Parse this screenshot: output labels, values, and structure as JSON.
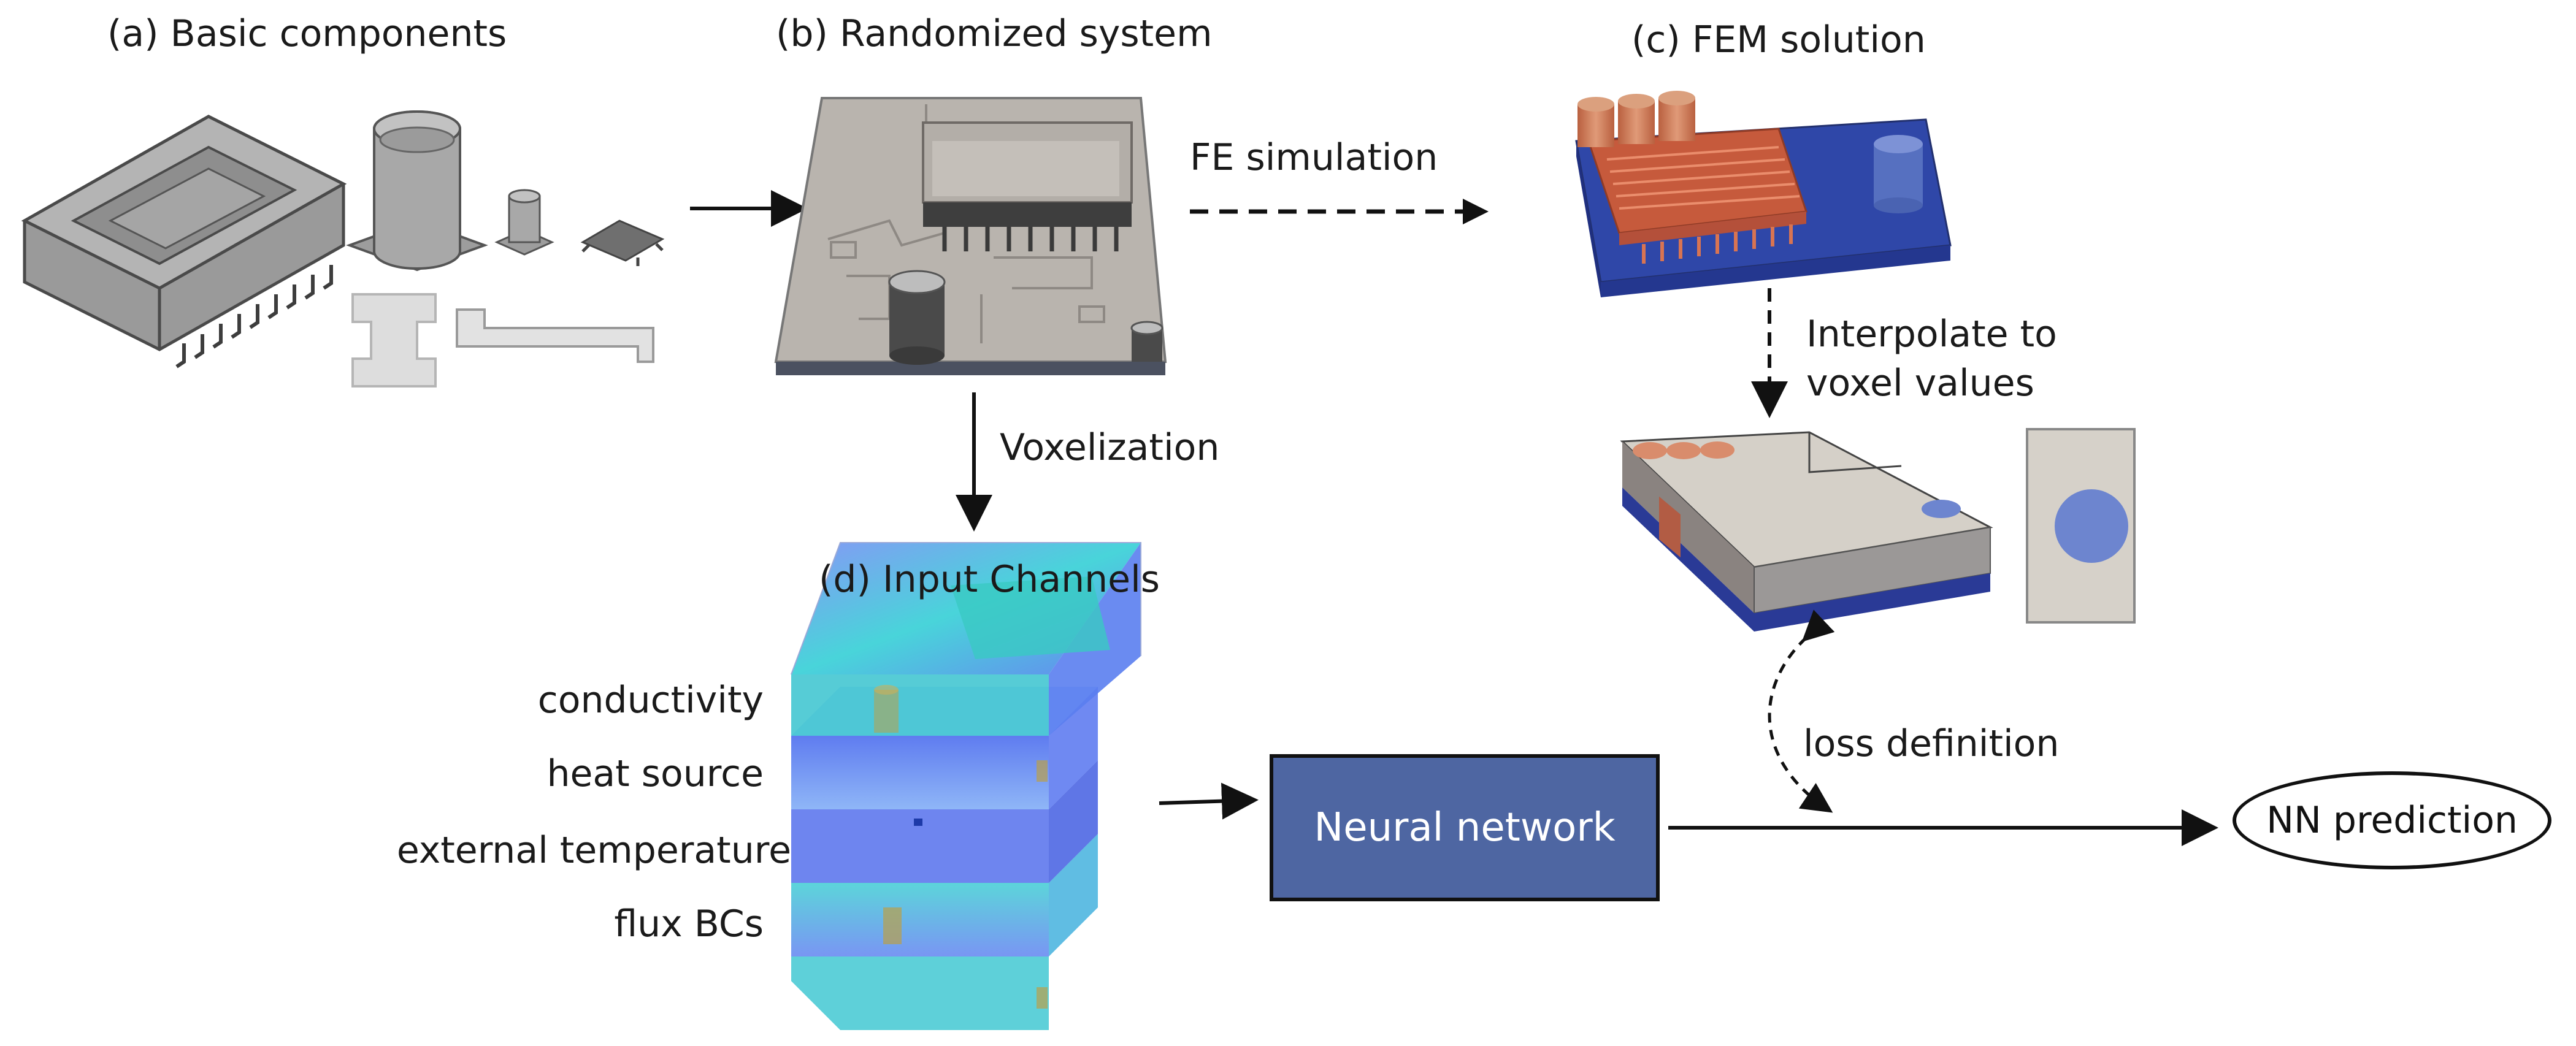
{
  "panels": {
    "a_title": "(a) Basic components",
    "b_title": "(b) Randomized system",
    "c_title": "(c) FEM solution",
    "d_title": "(d) Input Channels"
  },
  "arrows": {
    "fe_simulation": "FE simulation",
    "voxelization": "Voxelization",
    "interpolate_line1": "Interpolate to",
    "interpolate_line2": "voxel values",
    "loss_definition": "loss definition"
  },
  "channels": [
    "conductivity",
    "heat source",
    "external temperature",
    "flux BCs"
  ],
  "network": {
    "label": "Neural network"
  },
  "output": {
    "label": "NN prediction"
  },
  "colors": {
    "network_fill": "#4e66a2",
    "board_gray": "#b9b4ae",
    "fem_blue": "#2f47a8",
    "fem_orange": "#c65a3c",
    "voxel_cyan": "#36c7d3",
    "voxel_blue": "#6f86ef"
  }
}
